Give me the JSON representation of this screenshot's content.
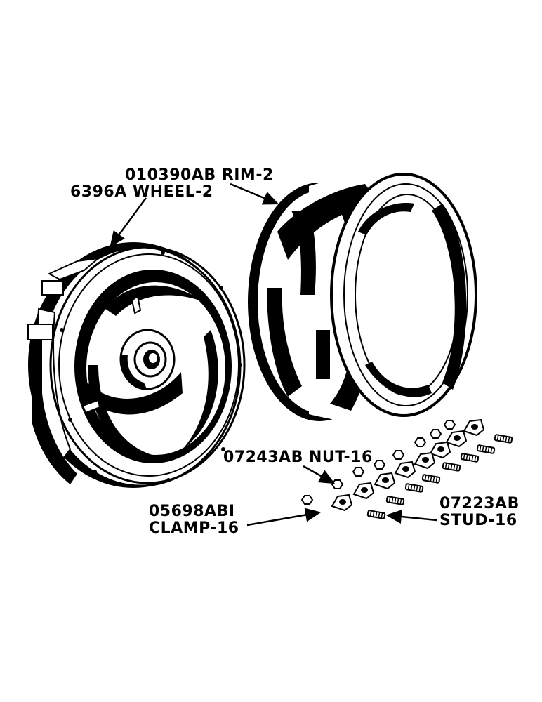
{
  "labels": {
    "rim": "010390AB RIM-2",
    "wheel": "6396A WHEEL-2",
    "nut": "07243AB NUT-16",
    "clamp_part": "05698ABI",
    "clamp_name": "CLAMP-16",
    "stud_part": "07223AB",
    "stud_name": "STUD-16"
  },
  "colors": {
    "ink": "#000000",
    "paper": "#ffffff"
  }
}
